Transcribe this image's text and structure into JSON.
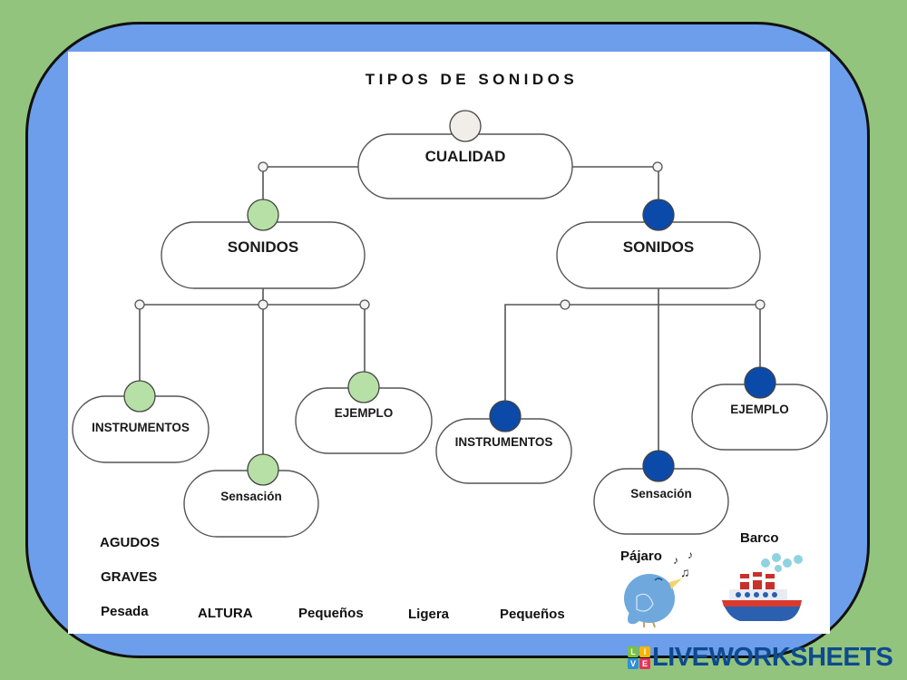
{
  "title": "TIPOS DE SONIDOS",
  "colors": {
    "background": "#93c47d",
    "frame": "#6d9eeb",
    "panel": "#ffffff",
    "root_dot": "#f1ede8",
    "left_branch": "#b6e0a6",
    "right_branch": "#0b4aa8",
    "brand_text": "#0d4a8f"
  },
  "diagram": {
    "root": {
      "label": "CUALIDAD"
    },
    "left": {
      "label": "SONIDOS",
      "children": [
        {
          "label": "INSTRUMENTOS"
        },
        {
          "label": "Sensación"
        },
        {
          "label": "EJEMPLO"
        }
      ]
    },
    "right": {
      "label": "SONIDOS",
      "children": [
        {
          "label": "INSTRUMENTOS"
        },
        {
          "label": "Sensación"
        },
        {
          "label": "EJEMPLO"
        }
      ]
    }
  },
  "word_bank": [
    "AGUDOS",
    "GRAVES",
    "Pesada",
    "ALTURA",
    "Pequeños",
    "Ligera",
    "Pequeños"
  ],
  "pictures": {
    "bird": {
      "label": "Pájaro",
      "icon": "bird-icon"
    },
    "ship": {
      "label": "Barco",
      "icon": "ship-icon"
    }
  },
  "brand": {
    "logo_letters": [
      "L",
      "I",
      "V",
      "E"
    ],
    "text": "LIVEWORKSHEETS"
  }
}
